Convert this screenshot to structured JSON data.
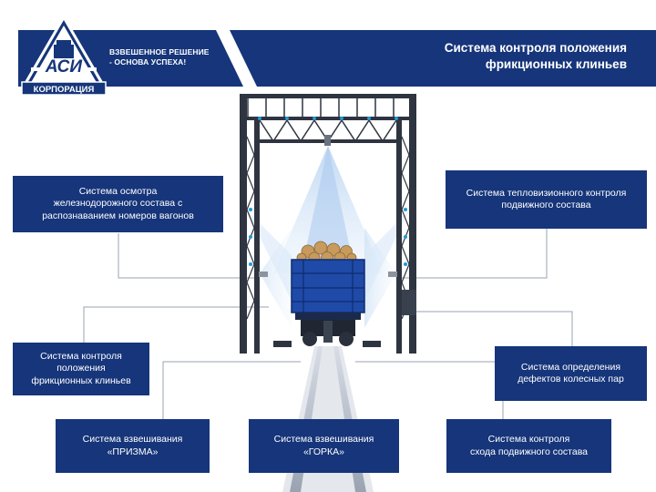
{
  "header": {
    "tagline": [
      "ВЗВЕШЕННОЕ РЕШЕНИЕ",
      "- ОСНОВА УСПЕХА!"
    ],
    "title": [
      "Система контроля положения",
      "фрикционных клиньев"
    ],
    "colors": {
      "primary": "#16357a",
      "accent_light": "#6aa3e0"
    }
  },
  "logo": {
    "letters": "АСИ",
    "caption": "КОРПОРАЦИЯ"
  },
  "systems": {
    "inspection": [
      "Система осмотра",
      "железнодорожного состава с",
      "распознаванием номеров вагонов"
    ],
    "thermal": [
      "Система тепловизионного контроля",
      "подвижного состава"
    ],
    "wedge_position": [
      "Система контроля",
      "положения",
      "фрикционных клиньев"
    ],
    "wheel_defects": [
      "Система определения",
      "дефектов колесных пар"
    ],
    "weighing_prism": [
      "Система взвешивания",
      "«ПРИЗМА»"
    ],
    "weighing_hump": [
      "Система взвешивания",
      "«ГОРКА»"
    ],
    "derailment": [
      "Система контроля",
      "схода подвижного состава"
    ]
  }
}
